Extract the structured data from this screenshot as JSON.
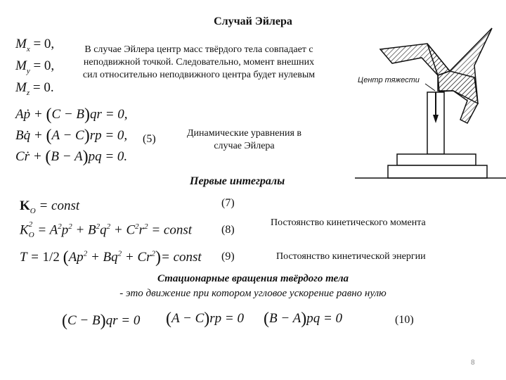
{
  "slide": {
    "title": "Случай Эйлера",
    "page_number": "8"
  },
  "moments": {
    "lines": [
      {
        "symbol": "M",
        "sub": "x",
        "rhs": "= 0,"
      },
      {
        "symbol": "M",
        "sub": "y",
        "rhs": "= 0,"
      },
      {
        "symbol": "M",
        "sub": "z",
        "rhs": "= 0."
      }
    ],
    "explanation": "В случае Эйлера центр масс твёрдого тела совпадает с неподвижной точкой. Следовательно, момент внешних сил относительно неподвижного центра будет нулевым"
  },
  "dynamics": {
    "equations": [
      {
        "lead": "Aṗ + ",
        "paren": "C − B",
        "tail": "qr = 0,"
      },
      {
        "lead": "Bq̇ + ",
        "paren": "A − C",
        "tail": "rp = 0,"
      },
      {
        "lead": "Cṙ + ",
        "paren": "B − A",
        "tail": "pq = 0."
      }
    ],
    "number": "(5)",
    "caption": "Динамические уравнения в случае Эйлера"
  },
  "diagram": {
    "label": "Центр тяжести",
    "description": "rigid body mounted at its center of gravity on a pedestal"
  },
  "first_integrals": {
    "heading": "Первые интегралы",
    "items": [
      {
        "formula": "K_O = const",
        "number": "(7)",
        "caption": ""
      },
      {
        "formula": "K_O² = A²p² + B²q² + C²r² = const",
        "number": "(8)",
        "caption": "Постоянство кинетического момента"
      },
      {
        "formula": "T = 1/2 (Ap² + Bq² + Cr²) = const",
        "number": "(9)",
        "caption": "Постоянство кинетической энергии"
      }
    ]
  },
  "stationary": {
    "heading": "Стационарные вращения твёрдого тела",
    "definition": "- это движение при котором угловое ускорение равно нулю",
    "equations": [
      {
        "paren": "C − B",
        "tail": "qr = 0"
      },
      {
        "paren": "A − C",
        "tail": "rp = 0"
      },
      {
        "paren": "B − A",
        "tail": "pq = 0"
      }
    ],
    "number": "(10)"
  },
  "colors": {
    "background": "#ffffff",
    "text": "#111111",
    "page_number": "#888888"
  }
}
